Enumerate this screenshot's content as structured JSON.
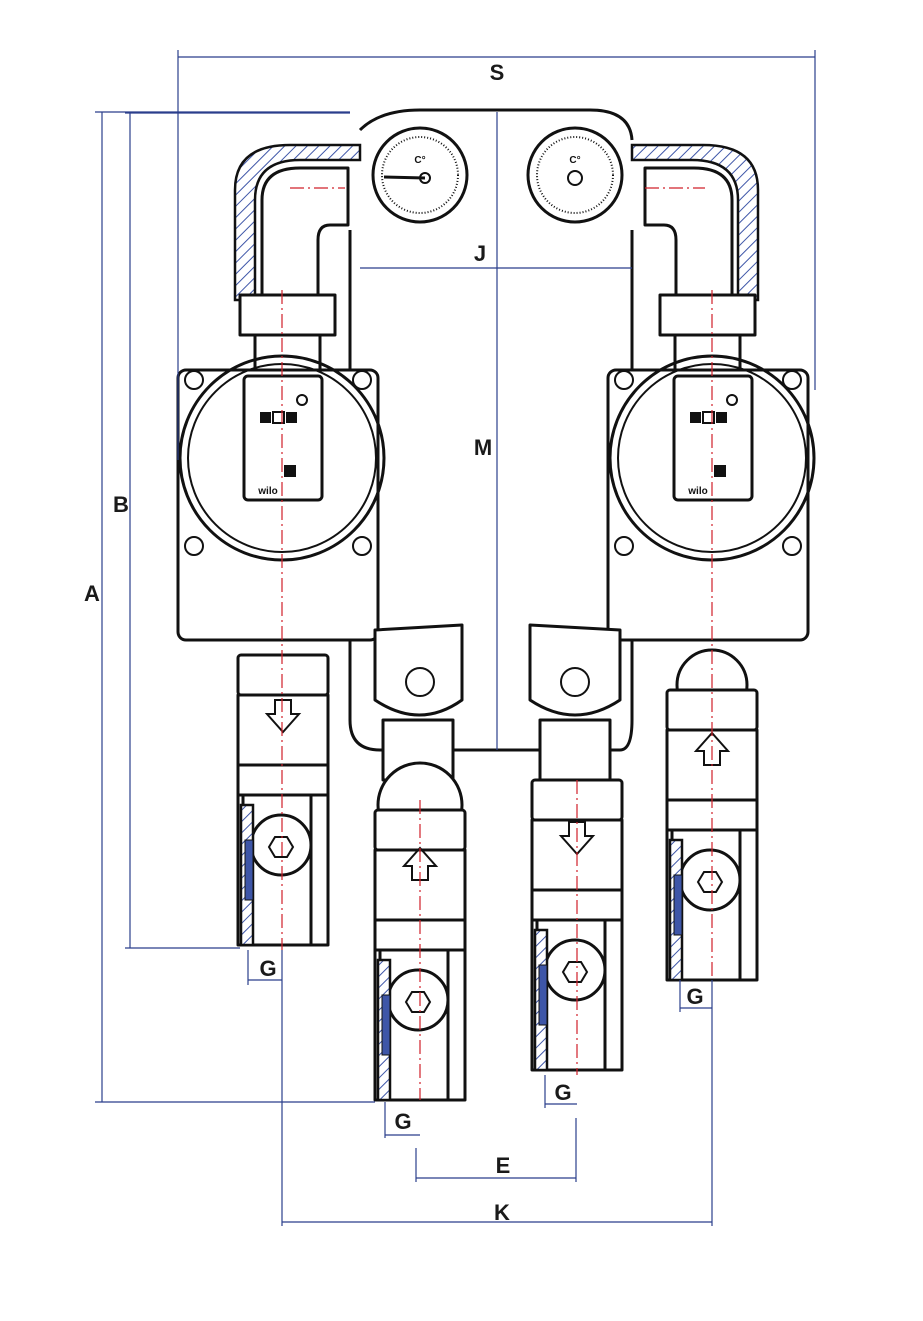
{
  "diagram": {
    "title": "Twin pump hydraulic group dimensional drawing",
    "dimensions": {
      "S": "S",
      "J": "J",
      "M": "M",
      "A": "A",
      "B": "B",
      "E": "E",
      "K": "K",
      "G": [
        "G",
        "G",
        "G",
        "G"
      ]
    },
    "gauges": [
      {
        "unit": "C°"
      },
      {
        "unit": "C°"
      }
    ],
    "pumps": [
      {
        "brand": "wilo"
      },
      {
        "brand": "wilo"
      }
    ],
    "colors": {
      "dimension": "#2b3f8c",
      "axis": "#d0202a",
      "section": "#3e56a8",
      "outline": "#111111"
    }
  }
}
